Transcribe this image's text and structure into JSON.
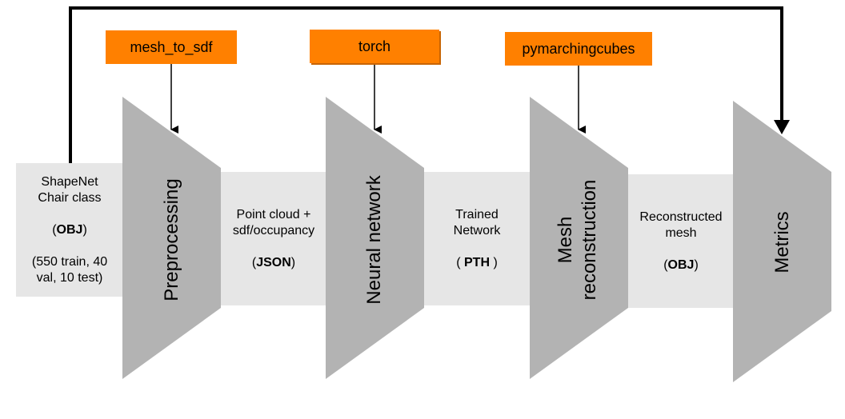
{
  "inputs": {
    "shapenet": {
      "line1": "ShapeNet",
      "line2": "Chair class",
      "format_pre": "(",
      "format": "OBJ",
      "format_post": ")",
      "split_line1": "(550 train, 40",
      "split_line2": "val, 10 test)"
    },
    "pointcloud": {
      "line1": "Point cloud +",
      "line2": "sdf/occupancy",
      "format_pre": "(",
      "format": "JSON",
      "format_post": ")"
    },
    "trained": {
      "line1": "Trained",
      "line2": "Network",
      "format_pre": "( ",
      "format": "PTH",
      "format_post": " )"
    },
    "reconstructed": {
      "line1": "Reconstructed",
      "line2": "mesh",
      "format_pre": "(",
      "format": "OBJ",
      "format_post": ")"
    }
  },
  "stages": {
    "preprocessing": {
      "line1": "Preprocessing"
    },
    "neural": {
      "line1": "Neural network"
    },
    "meshrec": {
      "line1": "Mesh",
      "line2": "reconstruction"
    },
    "metrics": {
      "line1": "Metrics"
    }
  },
  "tools": {
    "mesh_to_sdf": "mesh_to_sdf",
    "torch": "torch",
    "pymarchingcubes": "pymarchingcubes"
  },
  "colors": {
    "tool_fill": "#ff8000",
    "stage_fill": "#b3b3b3",
    "data_fill": "#e6e6e6",
    "arrow": "#000000"
  }
}
